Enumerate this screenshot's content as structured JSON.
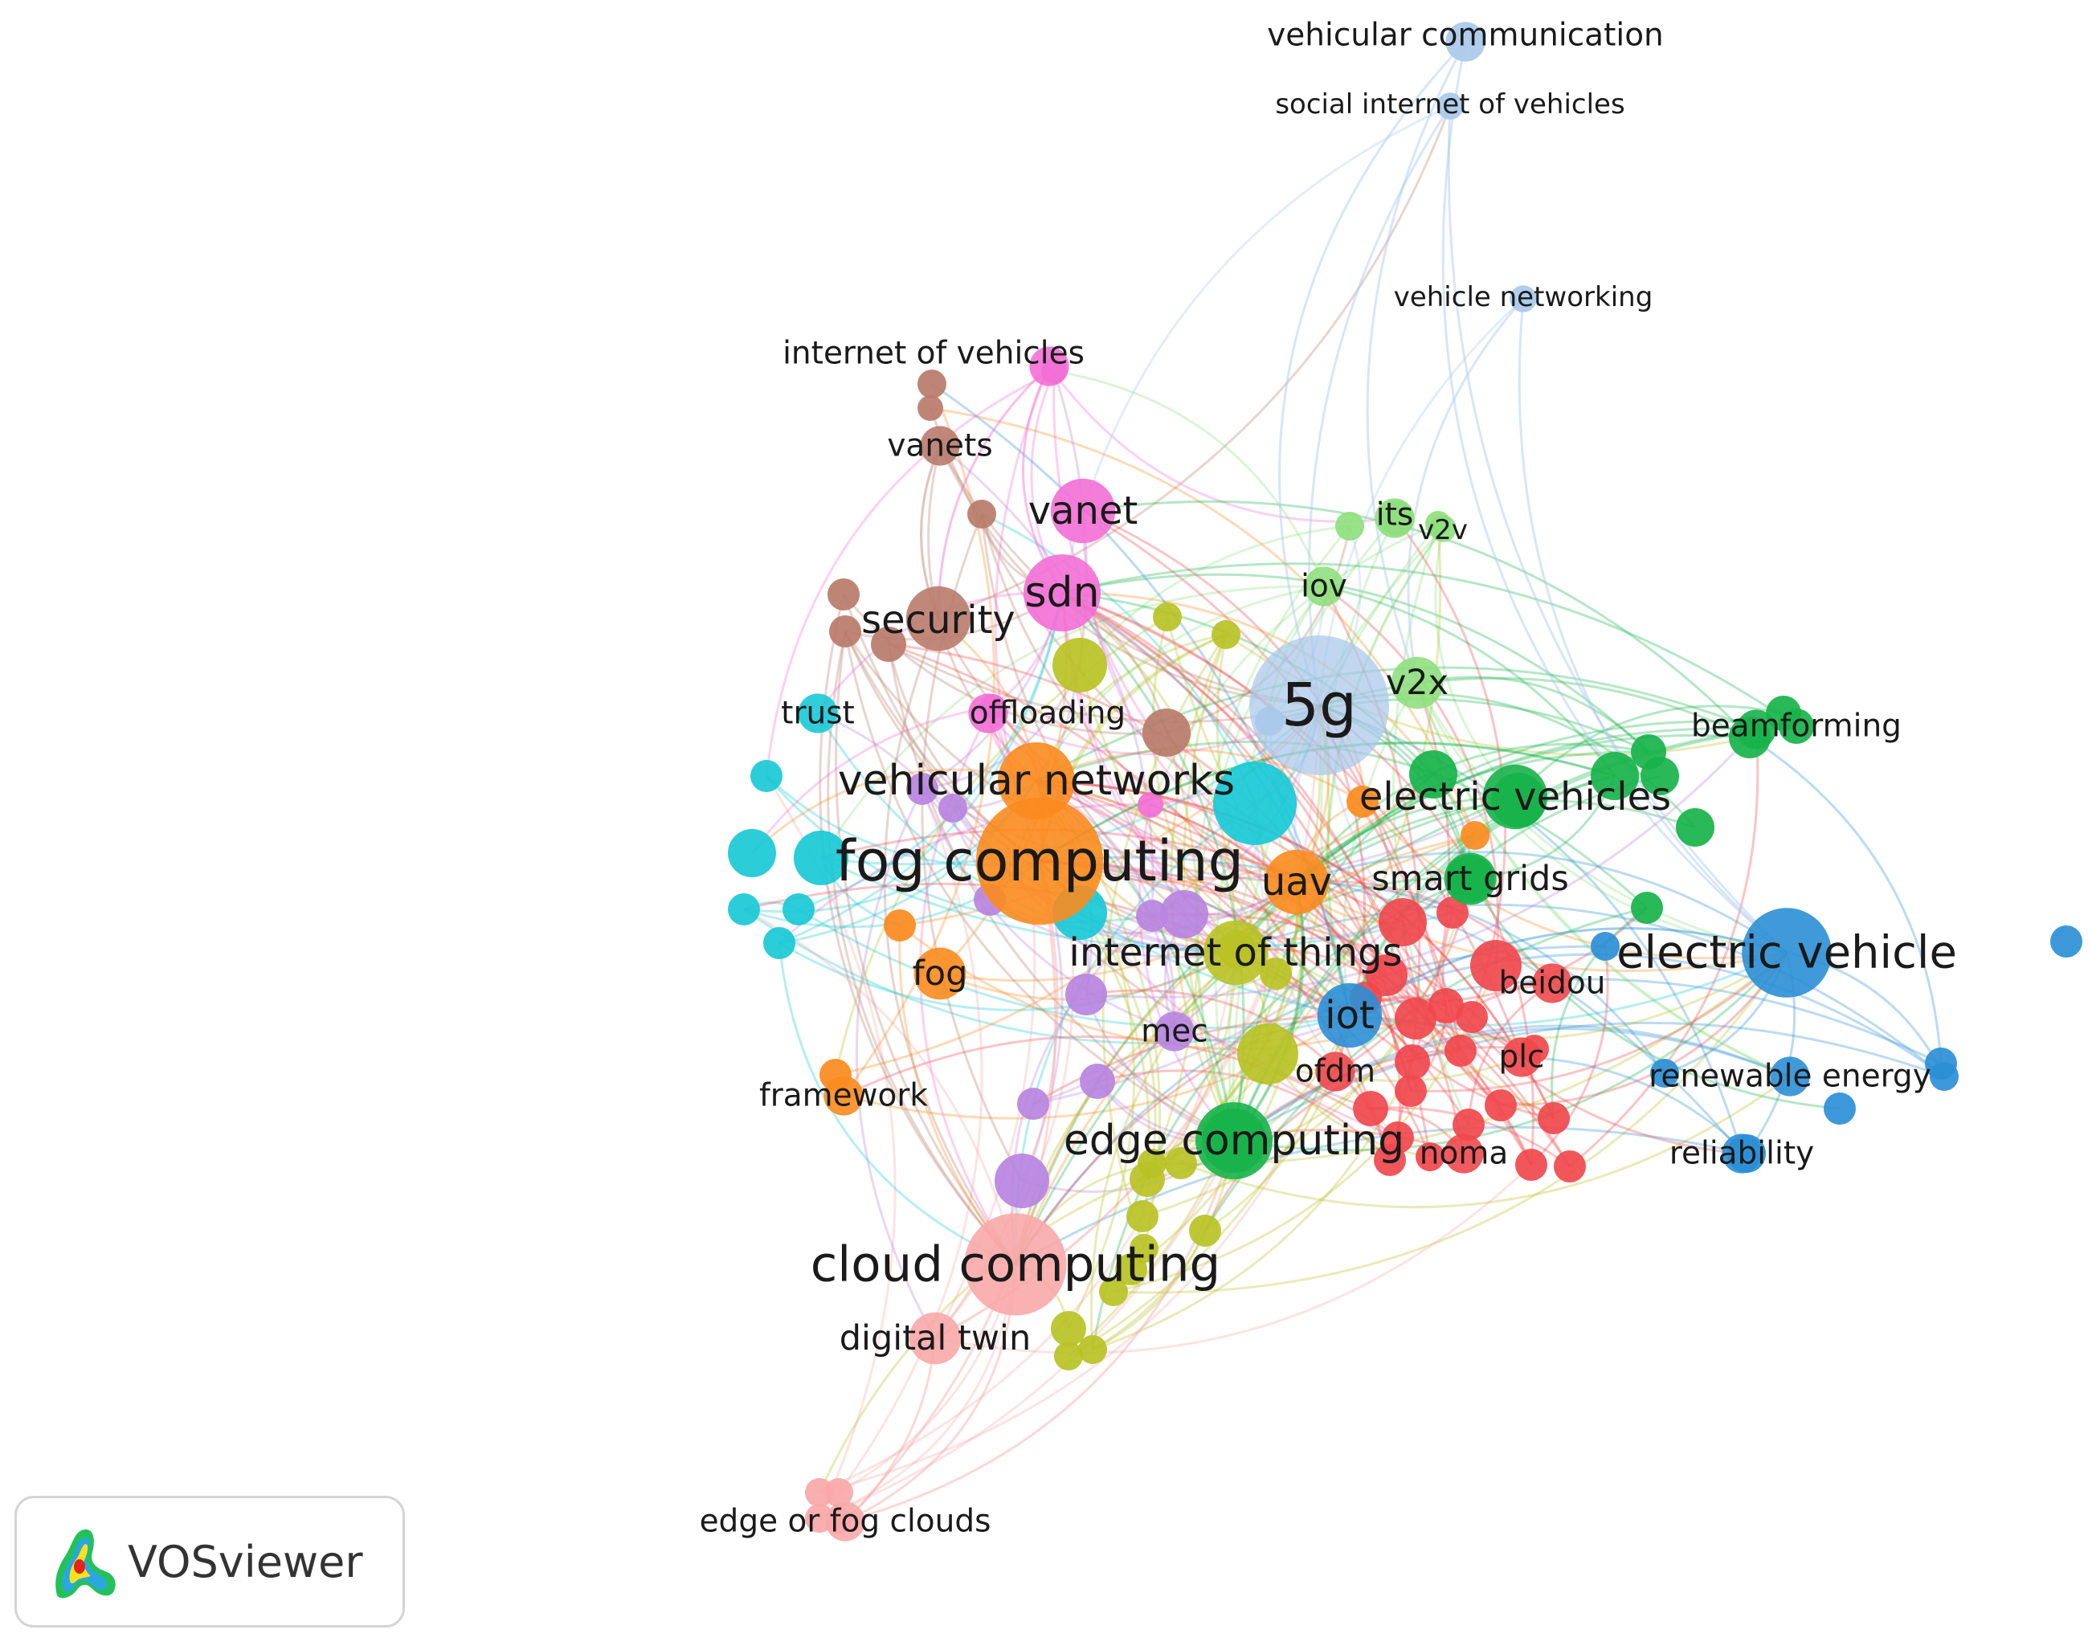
{
  "app": {
    "brand": "VOSviewer",
    "logo_icon": "vosviewer-density-logo-icon"
  },
  "clusters": {
    "red": "#f0484d",
    "green": "#17b34a",
    "blue": "#2b8fd6",
    "yellow": "#b9c225",
    "purple": "#b784e0",
    "cyan": "#19c9d6",
    "orange": "#fb8b1e",
    "brown": "#b97b6b",
    "pink": "#f36fd6",
    "lightpink": "#f8a8a8",
    "lightblue": "#a9c8ea",
    "lightgreen": "#8fdf7e"
  },
  "nodes": [
    {
      "id": "vehicular communication",
      "label": "vehicular communication",
      "cluster": "lightblue",
      "weight": 2
    },
    {
      "id": "social internet of vehicles",
      "label": "social internet of vehicles",
      "cluster": "lightblue",
      "weight": 1
    },
    {
      "id": "vehicle networking",
      "label": "vehicle networking",
      "cluster": "lightblue",
      "weight": 1
    },
    {
      "id": "5g",
      "label": "5g",
      "cluster": "lightblue",
      "weight": 10
    },
    {
      "id": "internet of vehicles",
      "label": "internet of vehicles",
      "cluster": "pink",
      "weight": 2
    },
    {
      "id": "vanets",
      "label": "vanets",
      "cluster": "brown",
      "weight": 2
    },
    {
      "id": "vanet",
      "label": "vanet",
      "cluster": "pink",
      "weight": 4
    },
    {
      "id": "sdn",
      "label": "sdn",
      "cluster": "pink",
      "weight": 5
    },
    {
      "id": "security",
      "label": "security",
      "cluster": "brown",
      "weight": 4
    },
    {
      "id": "its",
      "label": "its",
      "cluster": "lightgreen",
      "weight": 2
    },
    {
      "id": "v2v",
      "label": "v2v",
      "cluster": "lightgreen",
      "weight": 1
    },
    {
      "id": "iov",
      "label": "iov",
      "cluster": "lightgreen",
      "weight": 2
    },
    {
      "id": "v2x",
      "label": "v2x",
      "cluster": "lightgreen",
      "weight": 3
    },
    {
      "id": "trust",
      "label": "trust",
      "cluster": "cyan",
      "weight": 2
    },
    {
      "id": "offloading",
      "label": "offloading",
      "cluster": "pink",
      "weight": 2
    },
    {
      "id": "beamforming",
      "label": "beamforming",
      "cluster": "green",
      "weight": 2
    },
    {
      "id": "vehicular networks",
      "label": "vehicular networks",
      "cluster": "orange",
      "weight": 5
    },
    {
      "id": "electric vehicles",
      "label": "electric vehicles",
      "cluster": "green",
      "weight": 4
    },
    {
      "id": "fog computing",
      "label": "fog computing",
      "cluster": "orange",
      "weight": 9
    },
    {
      "id": "uav",
      "label": "uav",
      "cluster": "orange",
      "weight": 4
    },
    {
      "id": "smart grids",
      "label": "smart grids",
      "cluster": "green",
      "weight": 3
    },
    {
      "id": "electric vehicle",
      "label": "electric vehicle",
      "cluster": "blue",
      "weight": 6
    },
    {
      "id": "internet of things",
      "label": "internet of things",
      "cluster": "yellow",
      "weight": 4
    },
    {
      "id": "fog",
      "label": "fog",
      "cluster": "orange",
      "weight": 3
    },
    {
      "id": "beidou",
      "label": "beidou",
      "cluster": "red",
      "weight": 2
    },
    {
      "id": "iot",
      "label": "iot",
      "cluster": "blue",
      "weight": 4
    },
    {
      "id": "mec",
      "label": "mec",
      "cluster": "purple",
      "weight": 2
    },
    {
      "id": "ofdm",
      "label": "ofdm",
      "cluster": "red",
      "weight": 2
    },
    {
      "id": "plc",
      "label": "plc",
      "cluster": "red",
      "weight": 2
    },
    {
      "id": "renewable energy",
      "label": "renewable energy",
      "cluster": "blue",
      "weight": 2
    },
    {
      "id": "framework",
      "label": "framework",
      "cluster": "orange",
      "weight": 2
    },
    {
      "id": "edge computing",
      "label": "edge computing",
      "cluster": "green",
      "weight": 5
    },
    {
      "id": "noma",
      "label": "noma",
      "cluster": "red",
      "weight": 2
    },
    {
      "id": "reliability",
      "label": "reliability",
      "cluster": "blue",
      "weight": 2
    },
    {
      "id": "cloud computing",
      "label": "cloud computing",
      "cluster": "lightpink",
      "weight": 7
    },
    {
      "id": "digital twin",
      "label": "digital twin",
      "cluster": "lightpink",
      "weight": 3
    },
    {
      "id": "edge or fog clouds",
      "label": "edge or fog clouds",
      "cluster": "lightpink",
      "weight": 2
    }
  ]
}
